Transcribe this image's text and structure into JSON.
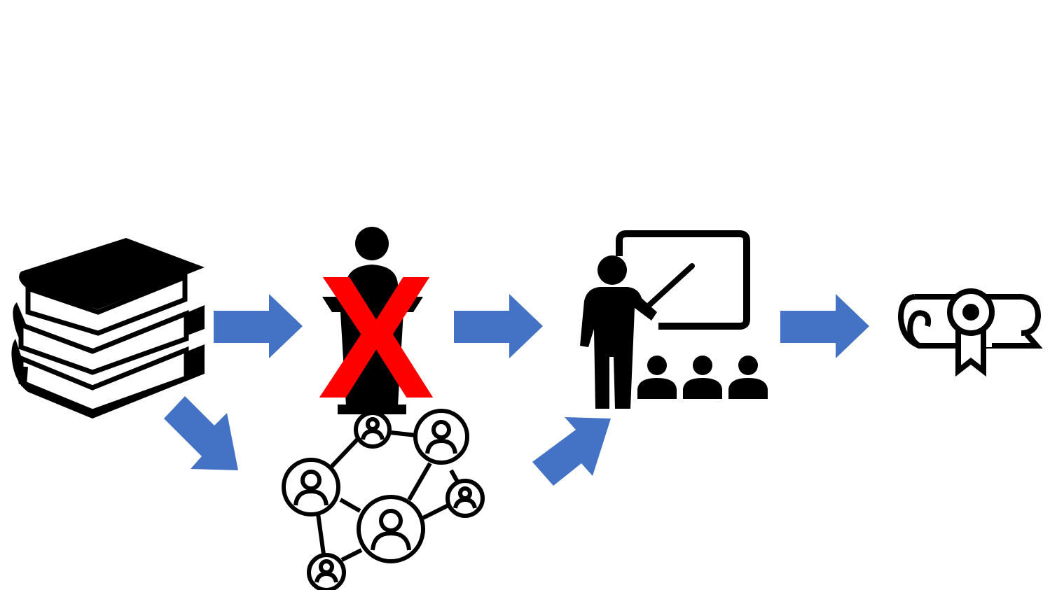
{
  "colors": {
    "arrow": "#4472C4",
    "icon": "#000000",
    "cross": "#FF0000",
    "background": "#FFFFFF"
  },
  "nodes": [
    {
      "id": "books",
      "icon": "books-stack-icon"
    },
    {
      "id": "lecture",
      "icon": "lectern-speaker-icon",
      "crossed_out": true
    },
    {
      "id": "network",
      "icon": "people-network-icon"
    },
    {
      "id": "teacher",
      "icon": "teacher-whiteboard-icon"
    },
    {
      "id": "diploma",
      "icon": "diploma-certificate-icon"
    }
  ],
  "edges": [
    {
      "from": "books",
      "to": "lecture"
    },
    {
      "from": "books",
      "to": "network"
    },
    {
      "from": "lecture",
      "to": "teacher"
    },
    {
      "from": "network",
      "to": "teacher"
    },
    {
      "from": "teacher",
      "to": "diploma"
    }
  ],
  "cross_mark": {
    "text": "X"
  }
}
